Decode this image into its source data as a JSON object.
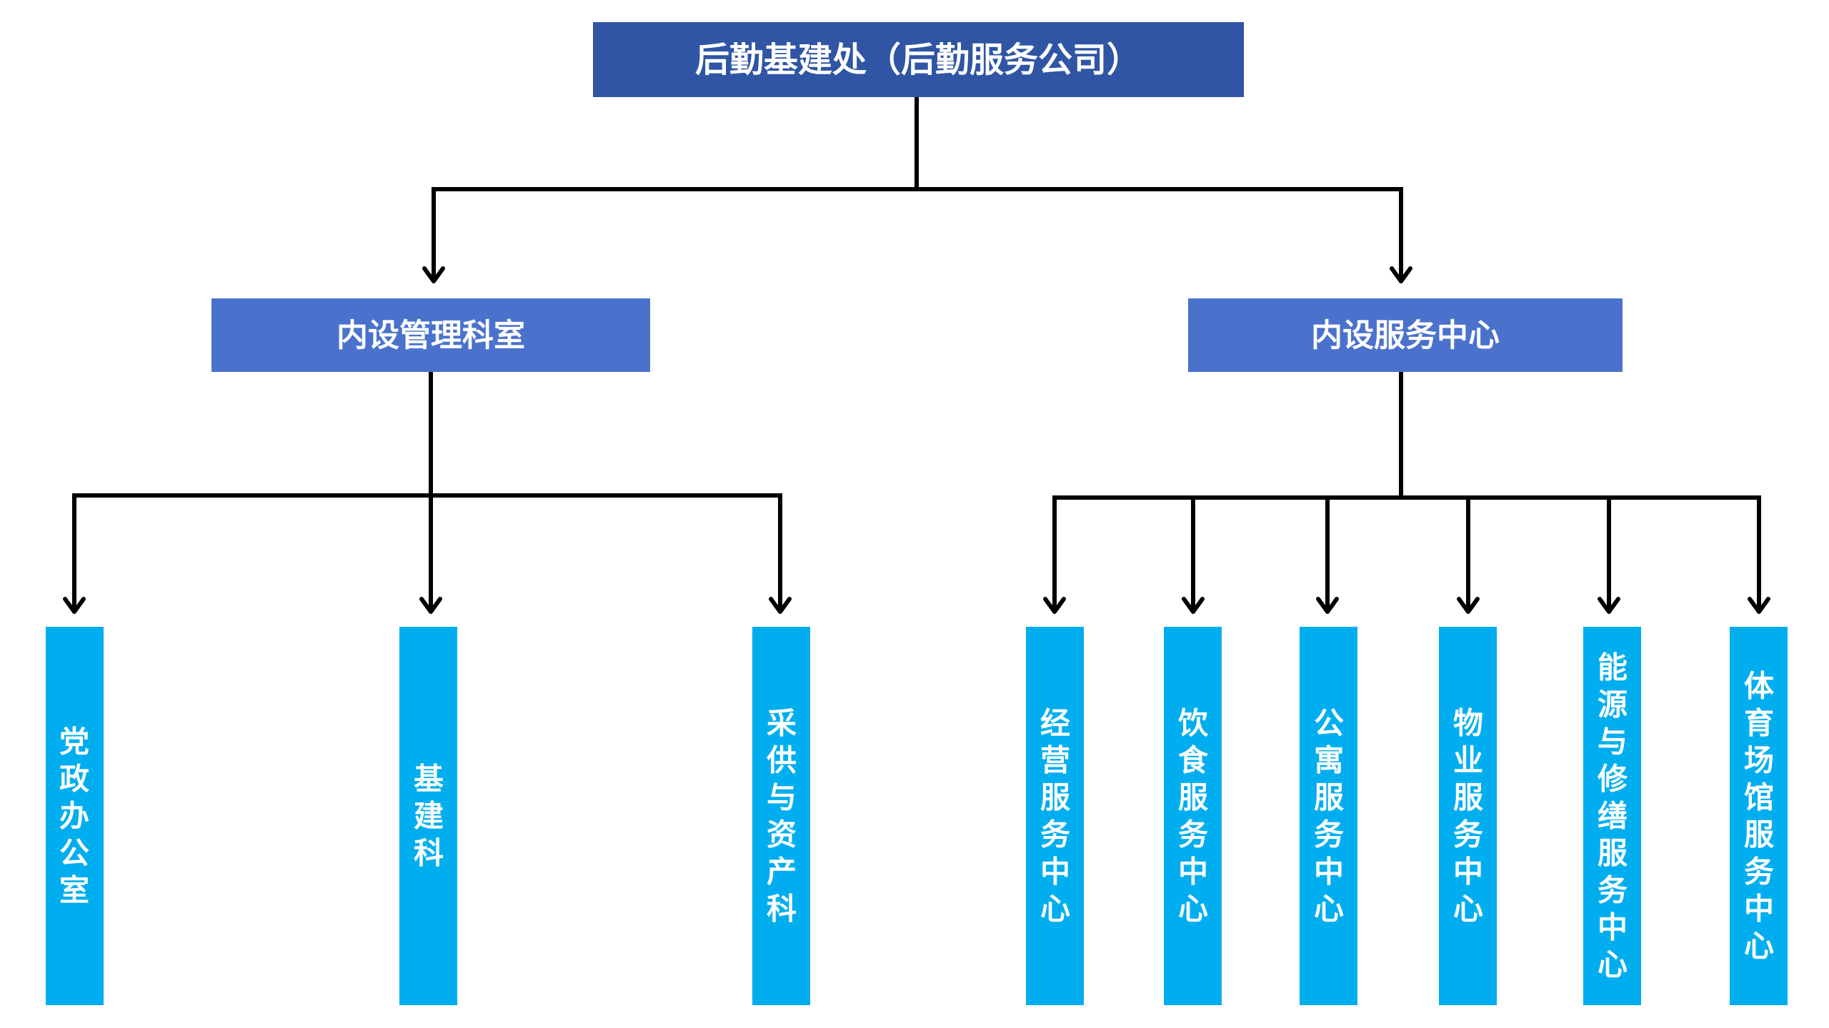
{
  "colors": {
    "root_fill": "#2f55a4",
    "level1_fill": "#4a72cd",
    "leaf_fill": "#00aeef",
    "text": "#ffffff",
    "line": "#000000"
  },
  "root": {
    "label": "后勤基建处（后勤服务公司）"
  },
  "branches": [
    {
      "label": "内设管理科室",
      "children": [
        {
          "label": "党政办公室"
        },
        {
          "label": "基建科"
        },
        {
          "label": "采供与资产科"
        }
      ]
    },
    {
      "label": "内设服务中心",
      "children": [
        {
          "label": "经营服务中心"
        },
        {
          "label": "饮食服务中心"
        },
        {
          "label": "公寓服务中心"
        },
        {
          "label": "物业服务中心"
        },
        {
          "label": "能源与修缮服务中心"
        },
        {
          "label": "体育场馆服务中心"
        }
      ]
    }
  ]
}
